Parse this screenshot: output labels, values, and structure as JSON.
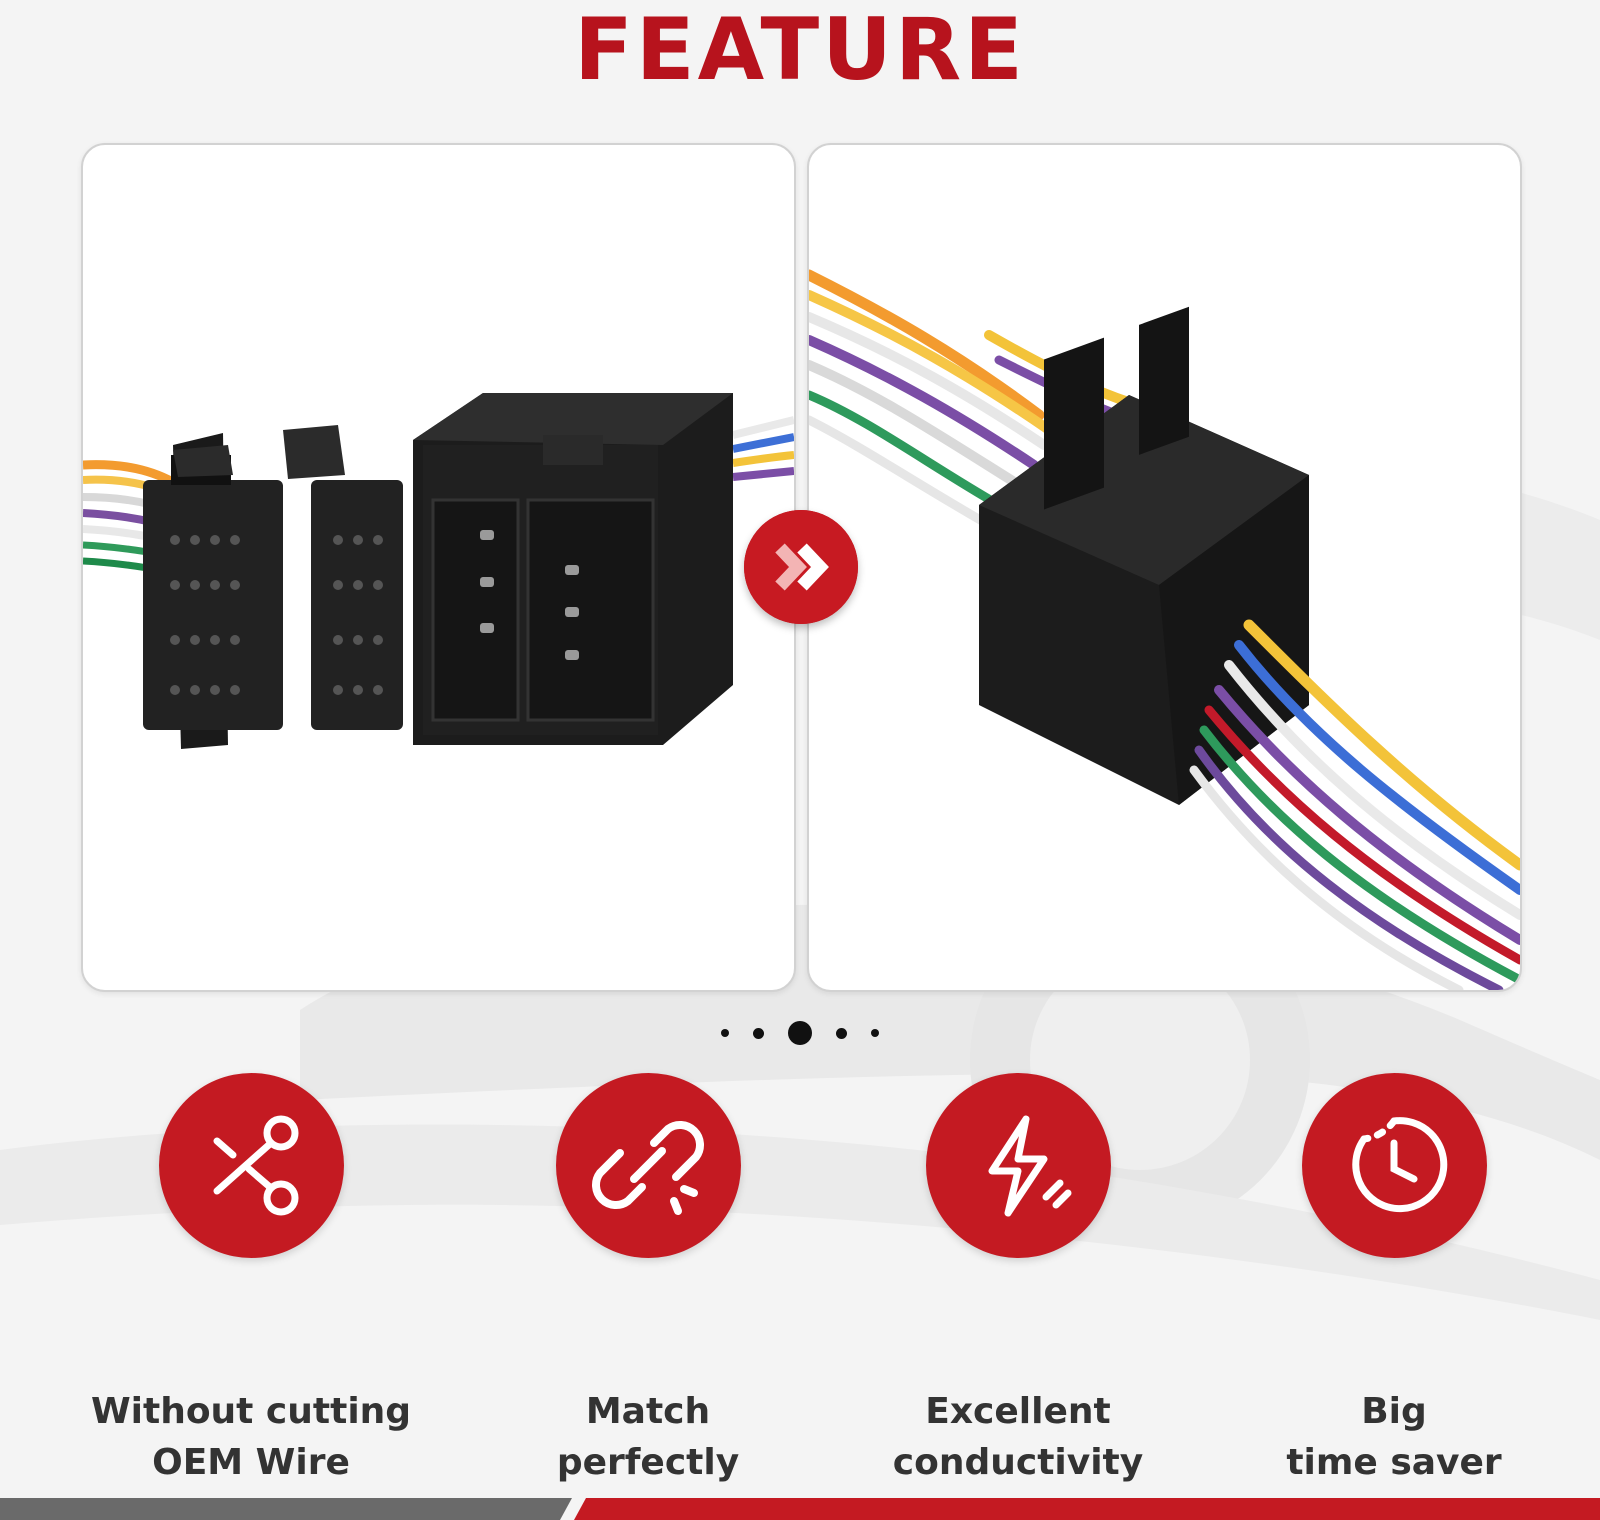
{
  "header": {
    "title": "FEATURE"
  },
  "carousel": {
    "dot_count": 5,
    "active_index": 2
  },
  "features": [
    {
      "icon": "scissors-cut-icon",
      "line1": "Without cutting",
      "line2": "OEM Wire"
    },
    {
      "icon": "chain-link-icon",
      "line1": "Match",
      "line2": "perfectly"
    },
    {
      "icon": "lightning-bolt-icon",
      "line1": "Excellent",
      "line2": "conductivity"
    },
    {
      "icon": "clock-icon",
      "line1": "Big",
      "line2": "time saver"
    }
  ],
  "colors": {
    "accent": "#c41a22",
    "title": "#b7131d",
    "text": "#333333",
    "bar_dark": "#6a6a6a"
  }
}
